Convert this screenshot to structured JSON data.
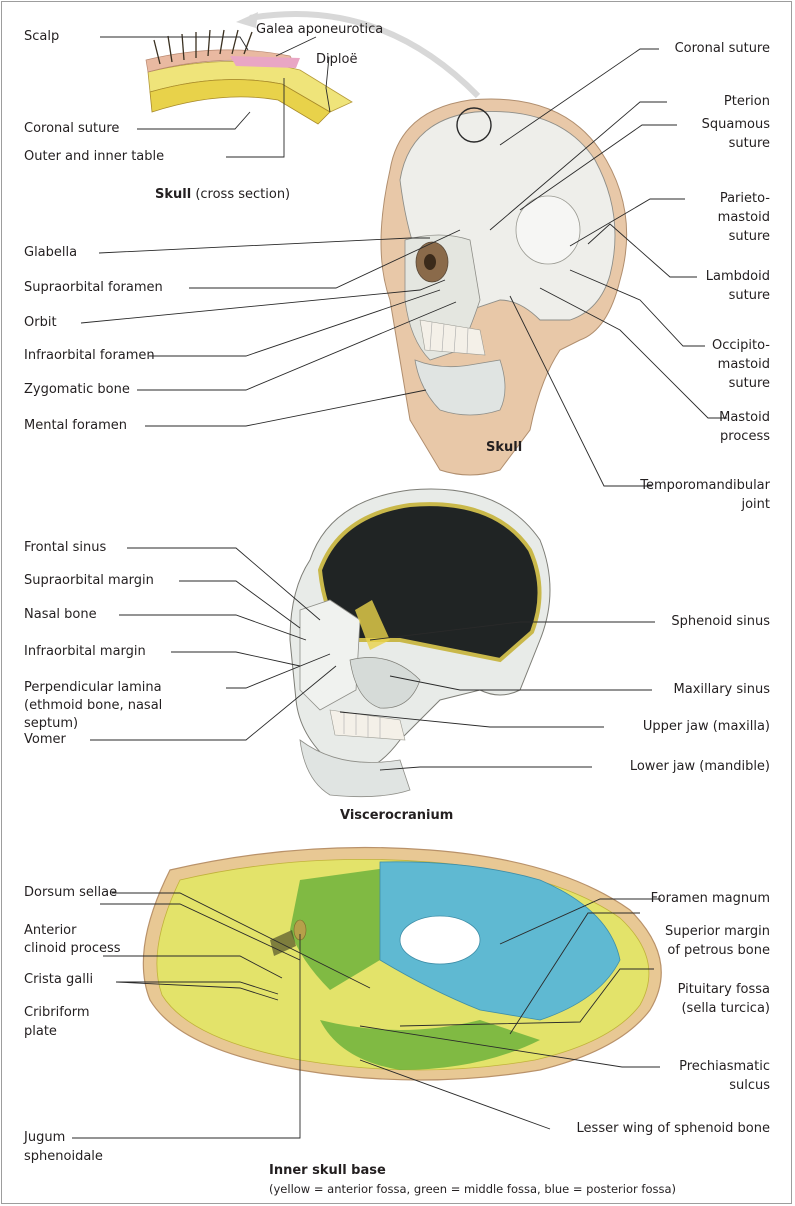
{
  "section_skull": {
    "inset_caption": {
      "bold": "Skull",
      "rest": "(cross section)"
    },
    "caption": "Skull",
    "left_labels": {
      "scalp": "Scalp",
      "coronal_suture_inset": "Coronal suture",
      "outer_inner_table": "Outer and inner table",
      "glabella": "Glabella",
      "supraorbital_foramen": "Supraorbital foramen",
      "orbit": "Orbit",
      "infraorbital_foramen": "Infraorbital foramen",
      "zygomatic_bone": "Zygomatic bone",
      "mental_foramen": "Mental foramen"
    },
    "top_labels": {
      "galea": "Galea aponeurotica",
      "diploe": "Diploë"
    },
    "right_labels": {
      "coronal_suture": "Coronal suture",
      "pterion": "Pterion",
      "squamous_1": "Squamous",
      "squamous_2": "suture",
      "parieto_1": "Parieto-",
      "parieto_2": "mastoid",
      "parieto_3": "suture",
      "lambdoid_1": "Lambdoid",
      "lambdoid_2": "suture",
      "occipito_1": "Occipito-",
      "occipito_2": "mastoid",
      "occipito_3": "suture",
      "mastoid_1": "Mastoid",
      "mastoid_2": "process",
      "tmj_1": "Temporomandibular",
      "tmj_2": "joint"
    }
  },
  "section_visc": {
    "caption": "Viscerocranium",
    "left_labels": {
      "frontal_sinus": "Frontal sinus",
      "supraorbital_margin": "Supraorbital margin",
      "nasal_bone": "Nasal bone",
      "infraorbital_margin": "Infraorbital margin",
      "perp_1": "Perpendicular lamina",
      "perp_2": "(ethmoid bone, nasal",
      "perp_3": "septum)",
      "vomer": "Vomer"
    },
    "right_labels": {
      "sphenoid_sinus": "Sphenoid sinus",
      "maxillary_sinus": "Maxillary sinus",
      "upper_jaw": "Upper jaw (maxilla)",
      "lower_jaw": "Lower jaw (mandible)"
    }
  },
  "section_base": {
    "caption_bold": "Inner skull base",
    "caption_note": "(yellow = anterior fossa, green = middle fossa, blue = posterior fossa)",
    "left_labels": {
      "dorsum_sellae": "Dorsum sellae",
      "anterior_1": "Anterior",
      "anterior_2": "clinoid process",
      "crista_galli": "Crista galli",
      "cribriform_1": "Cribriform",
      "cribriform_2": "plate",
      "jugum_1": "Jugum",
      "jugum_2": "sphenoidale"
    },
    "right_labels": {
      "foramen_magnum": "Foramen magnum",
      "superior_1": "Superior margin",
      "superior_2": "of petrous bone",
      "pituitary_1": "Pituitary fossa",
      "pituitary_2": "(sella turcica)",
      "prechiasmatic_1": "Prechiasmatic",
      "prechiasmatic_2": "sulcus",
      "lesser_wing": "Lesser wing of sphenoid bone"
    }
  },
  "colors": {
    "anterior_fossa": "#e3e36a",
    "middle_fossa": "#6fb33c",
    "posterior_fossa": "#5fb9d2",
    "bone": "#e9ebe6",
    "skin": "#e8c8a8"
  }
}
